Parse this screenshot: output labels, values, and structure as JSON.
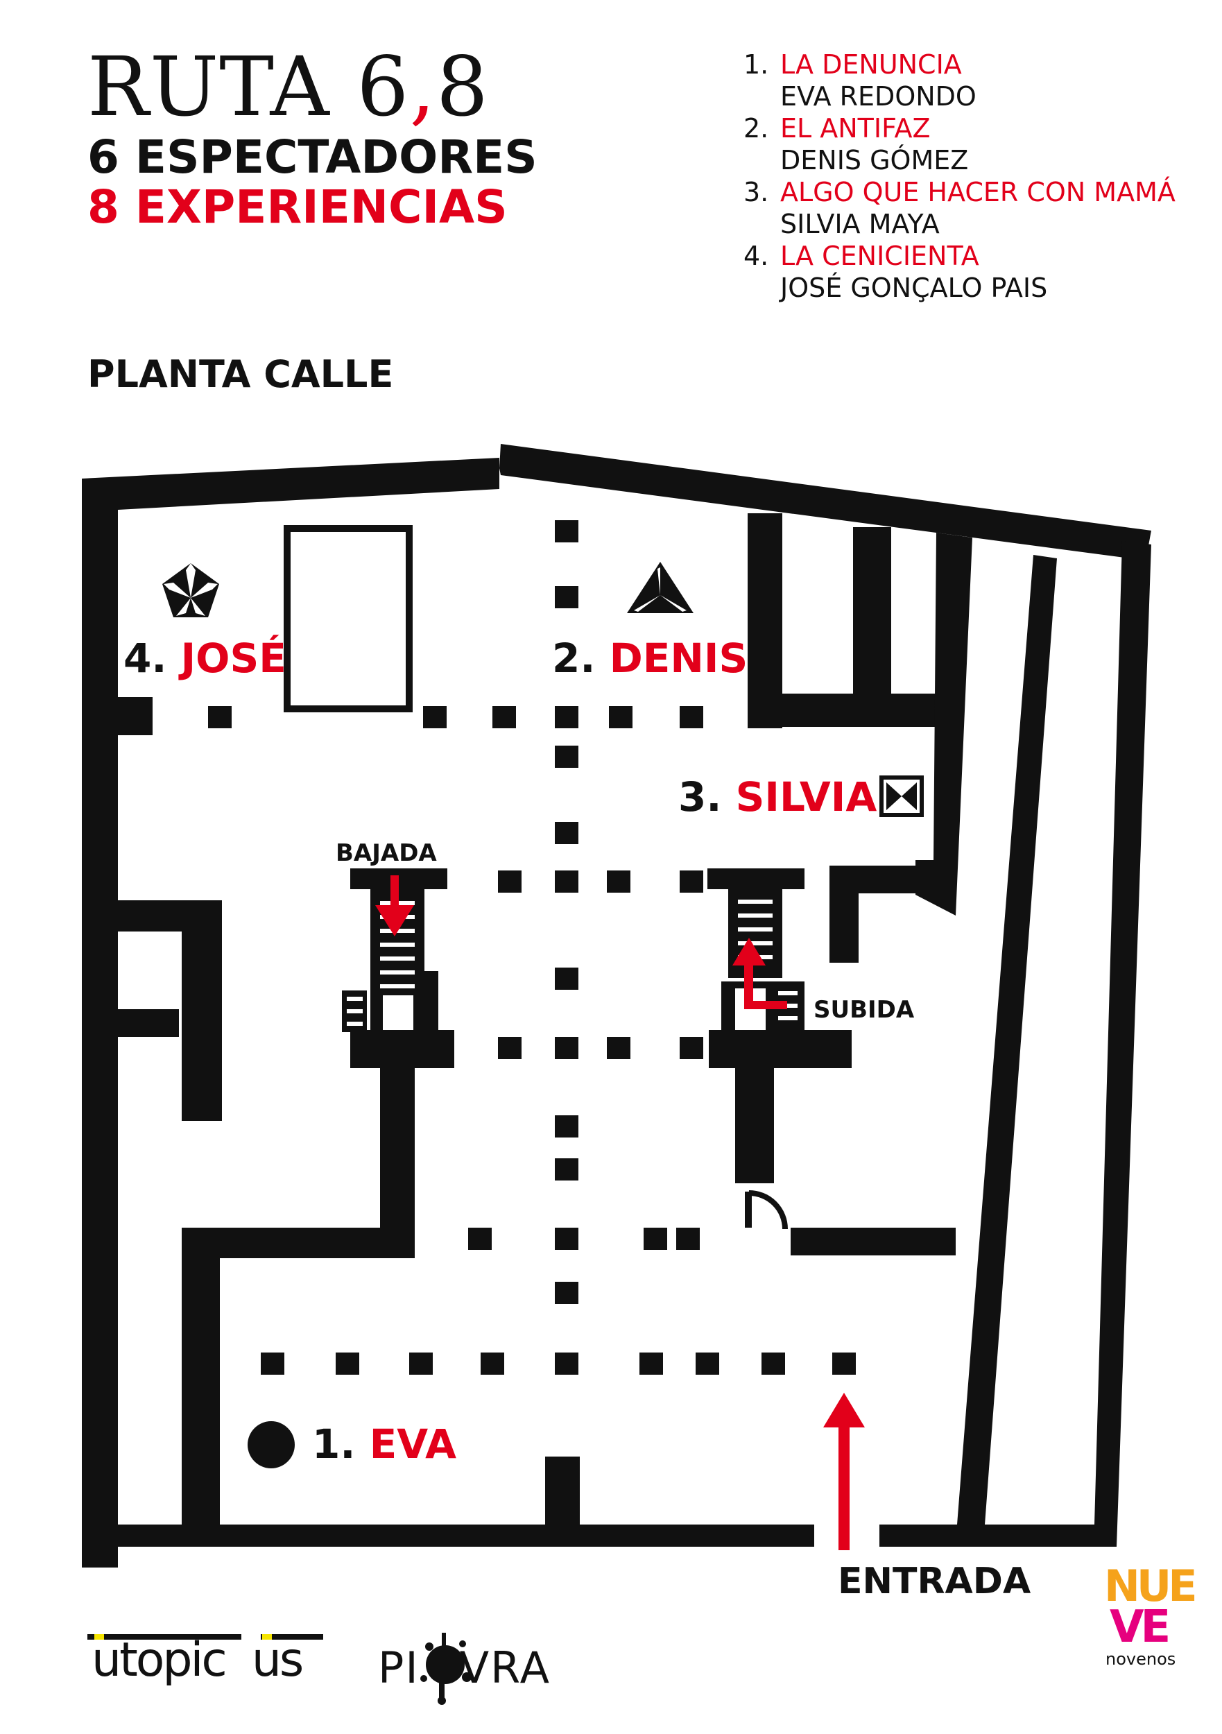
{
  "header": {
    "title_main": "RUTA 6",
    "title_comma": ",",
    "title_end": "8",
    "subtitle_1": "6 ESPECTADORES",
    "subtitle_2": "8 EXPERIENCIAS"
  },
  "legend": [
    {
      "num": "1.",
      "title": "LA DENUNCIA",
      "author": "EVA REDONDO"
    },
    {
      "num": "2.",
      "title": "EL ANTIFAZ",
      "author": "DENIS GÓMEZ"
    },
    {
      "num": "3.",
      "title": "ALGO QUE HACER CON MAMÁ",
      "author": "SILVIA MAYA"
    },
    {
      "num": "4.",
      "title": "LA CENICIENTA",
      "author": "JOSÉ GONÇALO PAIS"
    }
  ],
  "floor_label": "PLANTA CALLE",
  "map": {
    "stations": [
      {
        "num": "4.",
        "name": "JOSÉ",
        "icon": "star-pentagon-icon"
      },
      {
        "num": "2.",
        "name": "DENIS",
        "icon": "triangle-icon"
      },
      {
        "num": "3.",
        "name": "SILVIA",
        "icon": "crossed-square-icon"
      },
      {
        "num": "1.",
        "name": "EVA",
        "icon": "circle-icon"
      }
    ],
    "stairs_down": "BAJADA",
    "stairs_up": "SUBIDA",
    "entrance": "ENTRADA"
  },
  "logos": {
    "utopicus": "utopic",
    "utopicus_end": "us",
    "piovra_a": "PI",
    "piovra_b": "VRA",
    "nueve_1": "NUE",
    "nueve_2": "VE",
    "nueve_sub": "novenos"
  },
  "colors": {
    "accent": "#e2001a",
    "ink": "#111111"
  }
}
